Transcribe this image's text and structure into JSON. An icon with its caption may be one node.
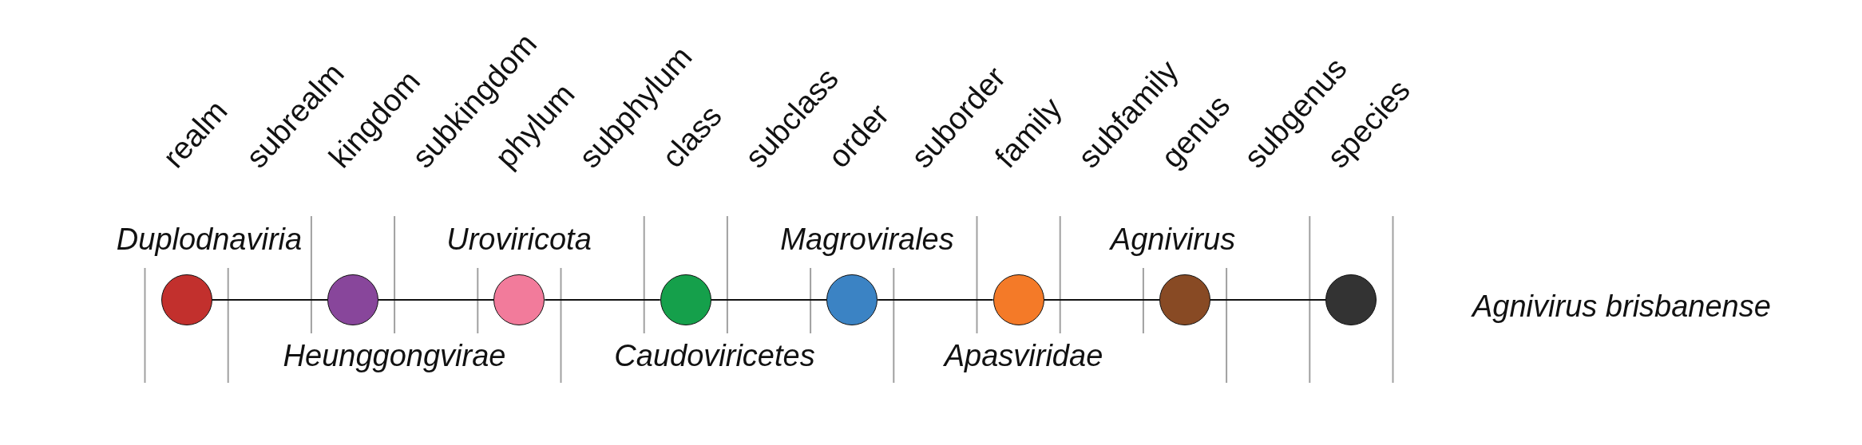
{
  "diagram": {
    "nodes": [
      {
        "text": [],
        "shape": "circle",
        "beside": [
          "Duplodnaviria"
        ]
      },
      {
        "text": [],
        "shape": "circle",
        "beside": [
          "Heunggongvirae"
        ]
      },
      {
        "text": [],
        "shape": "circle",
        "beside": [
          "Uroviricota"
        ]
      },
      {
        "text": [],
        "shape": "circle",
        "beside": [
          "Caudoviricetes"
        ]
      },
      {
        "text": [],
        "shape": "circle",
        "beside": [
          "Magrovirales"
        ]
      },
      {
        "text": [],
        "shape": "circle",
        "beside": [
          "Apasviridae"
        ]
      },
      {
        "text": [],
        "shape": "circle",
        "beside": [
          "Agnivirus"
        ]
      },
      {
        "text": [],
        "shape": "circle",
        "beside": [
          "Agnivirus brisbanense"
        ]
      }
    ],
    "edges": [
      {
        "from": 0,
        "to": 1,
        "arrow": "none"
      },
      {
        "from": 1,
        "to": 2,
        "arrow": "none"
      },
      {
        "from": 2,
        "to": 3,
        "arrow": "none"
      },
      {
        "from": 3,
        "to": 4,
        "arrow": "none"
      },
      {
        "from": 4,
        "to": 5,
        "arrow": "none"
      },
      {
        "from": 5,
        "to": 6,
        "arrow": "none"
      },
      {
        "from": 6,
        "to": 7,
        "arrow": "none"
      }
    ],
    "labels": [
      "realm",
      "subrealm",
      "kingdom",
      "subkingdom",
      "phylum",
      "subphylum",
      "class",
      "subclass",
      "order",
      "suborder",
      "family",
      "subfamily",
      "genus",
      "subgenus",
      "species"
    ]
  }
}
